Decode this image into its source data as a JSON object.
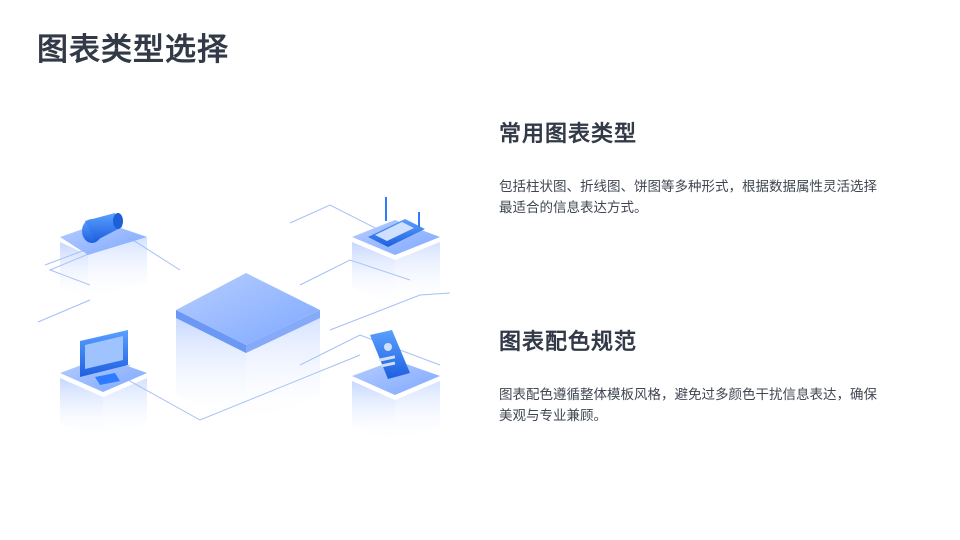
{
  "page": {
    "title": "图表类型选择"
  },
  "sections": [
    {
      "title": "常用图表类型",
      "body": "包括柱状图、折线图、饼图等多种形式，根据数据属性灵活选择最适合的信息表达方式。"
    },
    {
      "title": "图表配色规范",
      "body": "图表配色遵循整体模板风格，避免过多颜色干扰信息表达，确保美观与专业兼顾。"
    }
  ],
  "illustration": {
    "icons": [
      "camera-icon",
      "router-icon",
      "monitor-icon",
      "id-card-icon"
    ]
  },
  "colors": {
    "title": "#323a48",
    "body": "#3f4651",
    "accent": "#2f7bff",
    "cube_top": "#8fb4ff"
  }
}
